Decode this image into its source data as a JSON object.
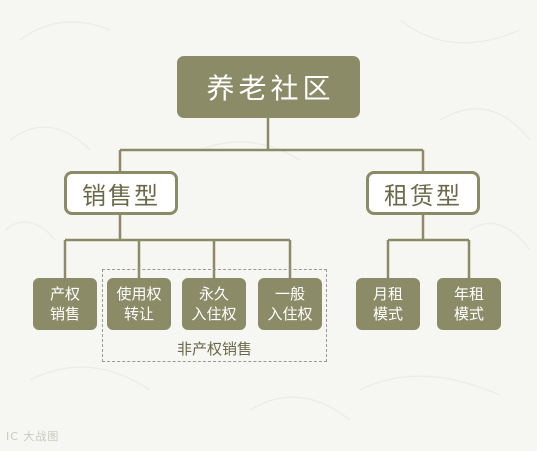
{
  "root": {
    "label": "养老社区"
  },
  "branches": [
    {
      "label": "销售型"
    },
    {
      "label": "租赁型"
    }
  ],
  "leaves": [
    {
      "label": "产权\n销售"
    },
    {
      "label": "使用权\n转让"
    },
    {
      "label": "永久\n入住权"
    },
    {
      "label": "一般\n入住权"
    },
    {
      "label": "月租\n模式"
    },
    {
      "label": "年租\n模式"
    }
  ],
  "group_caption": "非产权销售",
  "watermark": "IC 大战图",
  "colors": {
    "node_fill": "#8c8b68",
    "node_text": "#ffffff",
    "branch_text": "#6a694b",
    "connector": "#8c8b68",
    "background": "#f6f6f2"
  }
}
